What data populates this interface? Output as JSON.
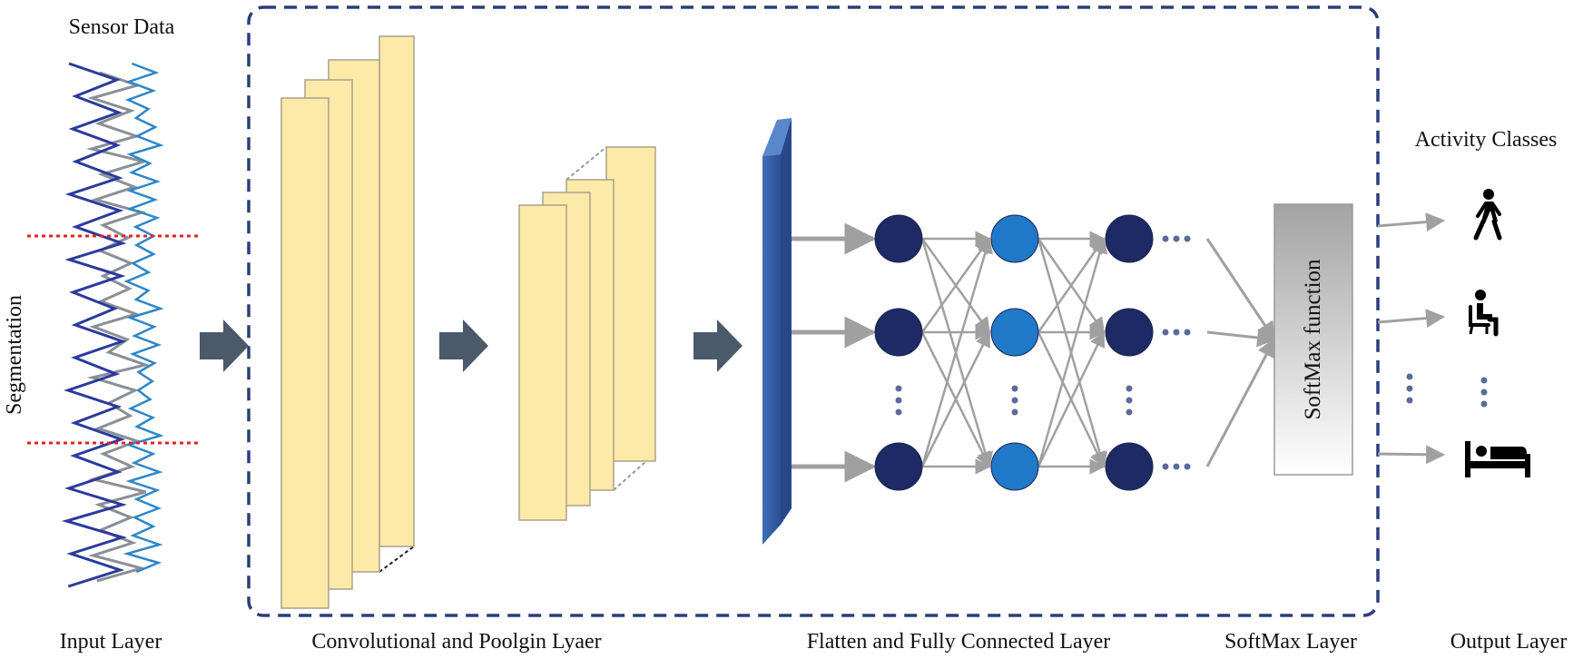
{
  "labels": {
    "sensor_data": "Sensor Data",
    "segmentation": "Segmentation",
    "activity_classes": "Activity Classes",
    "softmax_function": "SoftMax function",
    "input_layer": "Input Layer",
    "conv_pool_layer": "Convolutional and Poolgin Lyaer",
    "flatten_fc_layer": "Flatten and Fully Connected Layer",
    "softmax_layer": "SoftMax Layer",
    "output_layer": "Output Layer"
  },
  "activity_icons": [
    "walking-person-icon",
    "sitting-person-icon",
    "lying-in-bed-icon"
  ],
  "colors": {
    "frame_border": "#2b3d7a",
    "feature_map_fill": "#fde9a8",
    "feature_map_stroke": "#a8a28a",
    "flatten_bar": "#2e5ba3",
    "neuron_dark": "#1d2a63",
    "neuron_light": "#1f78c8",
    "arrow_block": "#4a5a6b",
    "connection": "#a0a0a0",
    "segment_line": "#e02424",
    "signal_blue": "#2a3a9c",
    "signal_gray": "#8a8f96",
    "signal_light_blue": "#2d86c8"
  }
}
